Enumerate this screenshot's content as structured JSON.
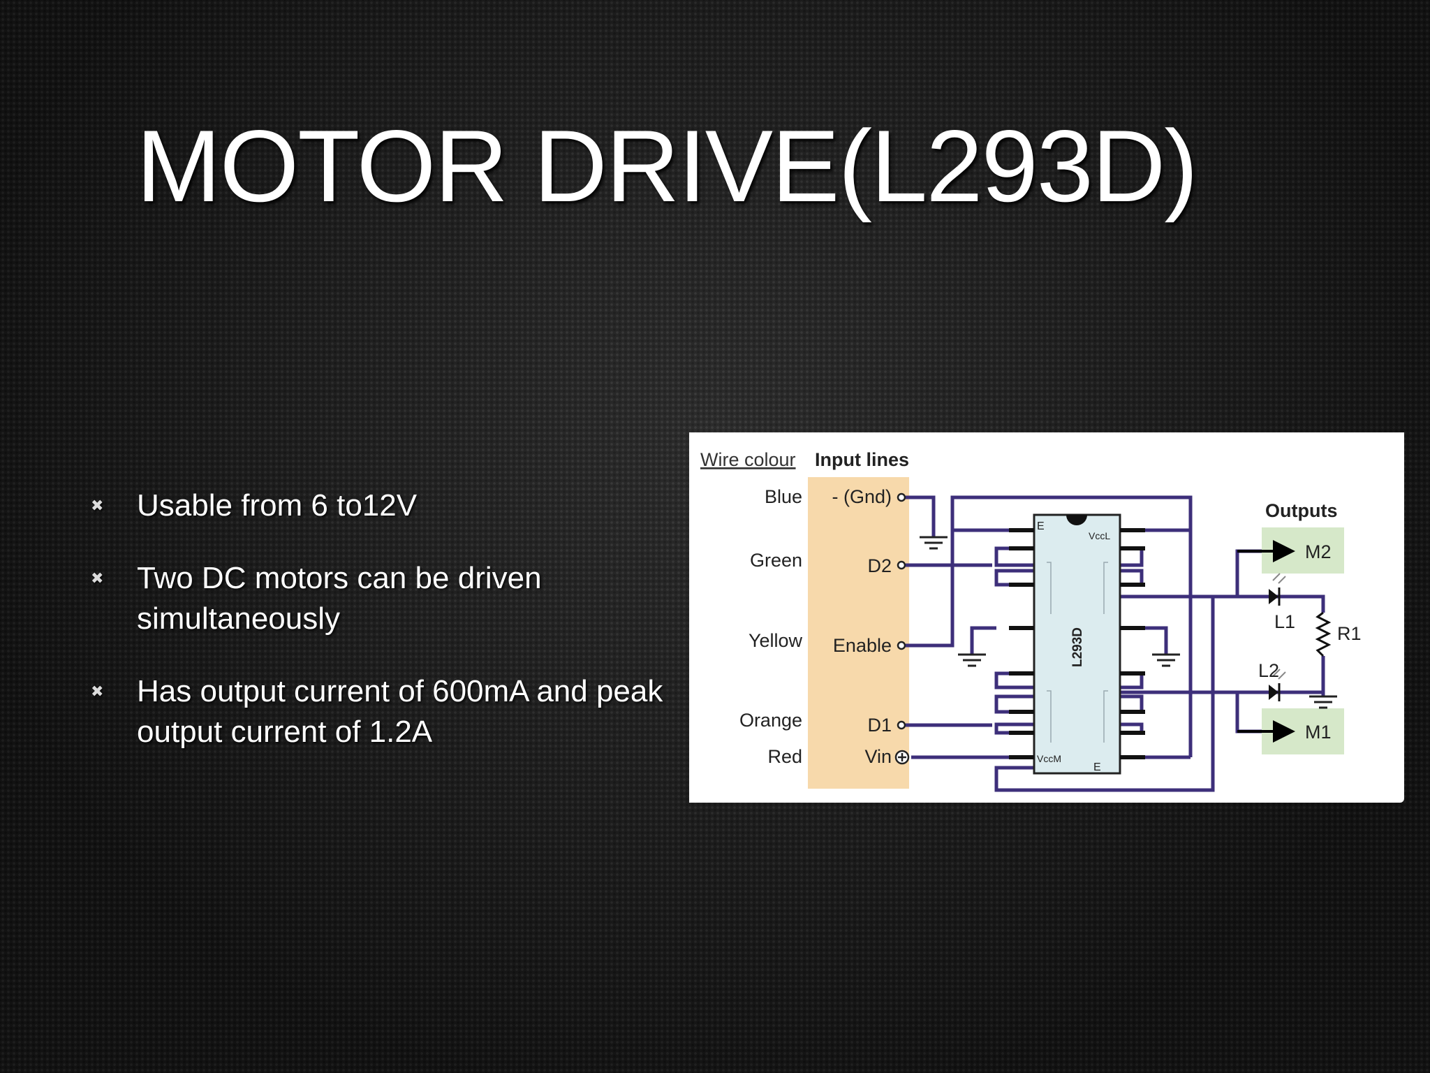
{
  "slide": {
    "title": "MOTOR DRIVE(L293D)",
    "bullets": [
      "Usable from 6 to12V",
      "Two DC motors can be driven simultaneously",
      "Has output current of 600mA and peak output current of 1.2A"
    ]
  },
  "diagram": {
    "wire_colour_header": "Wire colour",
    "input_lines_header": "Input lines",
    "wire_colours": [
      "Blue",
      "Green",
      "Yellow",
      "Orange",
      "Red"
    ],
    "input_lines": [
      "- (Gnd)",
      "D2",
      "Enable",
      "D1",
      "Vin"
    ],
    "chip_label": "L293D",
    "chip_pin_e": "E",
    "chip_vccl": "VccL",
    "chip_vccm": "VccM",
    "outputs_header": "Outputs",
    "output_m2": "M2",
    "output_m1": "M1",
    "led_l1": "L1",
    "led_l2": "L2",
    "resistor_r1": "R1"
  },
  "colors": {
    "wire": "#3d2f7a",
    "input_panel": "#f7d9ab",
    "output_box": "#d6e8c9",
    "chip_fill": "#dcecef"
  }
}
